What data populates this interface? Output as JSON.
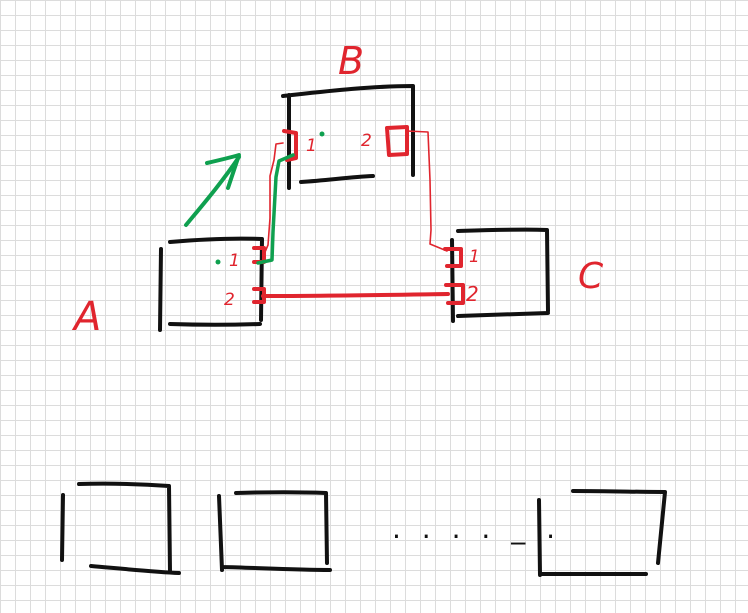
{
  "colors": {
    "ink": "#111111",
    "connection": "#e0252e",
    "flow": "#0fa04f",
    "grid": "#dcdcdc",
    "paper": "#ffffff"
  },
  "nodes": {
    "A": {
      "label": "A",
      "ports": [
        "1",
        "2"
      ]
    },
    "B": {
      "label": "B",
      "ports": [
        "1",
        "2"
      ]
    },
    "C": {
      "label": "C",
      "ports": [
        "1",
        "2"
      ]
    }
  },
  "connections": [
    {
      "from": "A.1",
      "to": "B.1"
    },
    {
      "from": "A.2",
      "to": "C.2"
    },
    {
      "from": "B.2",
      "to": "C.1"
    }
  ],
  "flow": {
    "from": "A",
    "to": "B"
  },
  "continuation": {
    "count": 3,
    "ellipsis": ". . . . _ ."
  }
}
